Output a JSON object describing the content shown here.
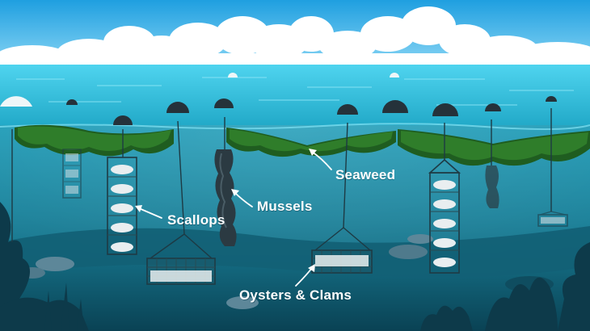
{
  "labels": {
    "seaweed": "Seaweed",
    "mussels": "Mussels",
    "scallops": "Scallops",
    "oysters_clams": "Oysters & Clams"
  },
  "colors": {
    "sky_top": "#28a6e0",
    "sky_bottom": "#8ad6f5",
    "sea_surface": "#3fc8e8",
    "water_upper": "#1a9db8",
    "water_deep": "#0f5d72",
    "seaweed_green": "#2f7d2a",
    "float_dark": "#25323a",
    "shell_white": "#e9eef0"
  },
  "icons": {
    "floats": "buoy-icon",
    "cages": "lantern-net-icon",
    "trays": "oyster-cage-icon"
  }
}
